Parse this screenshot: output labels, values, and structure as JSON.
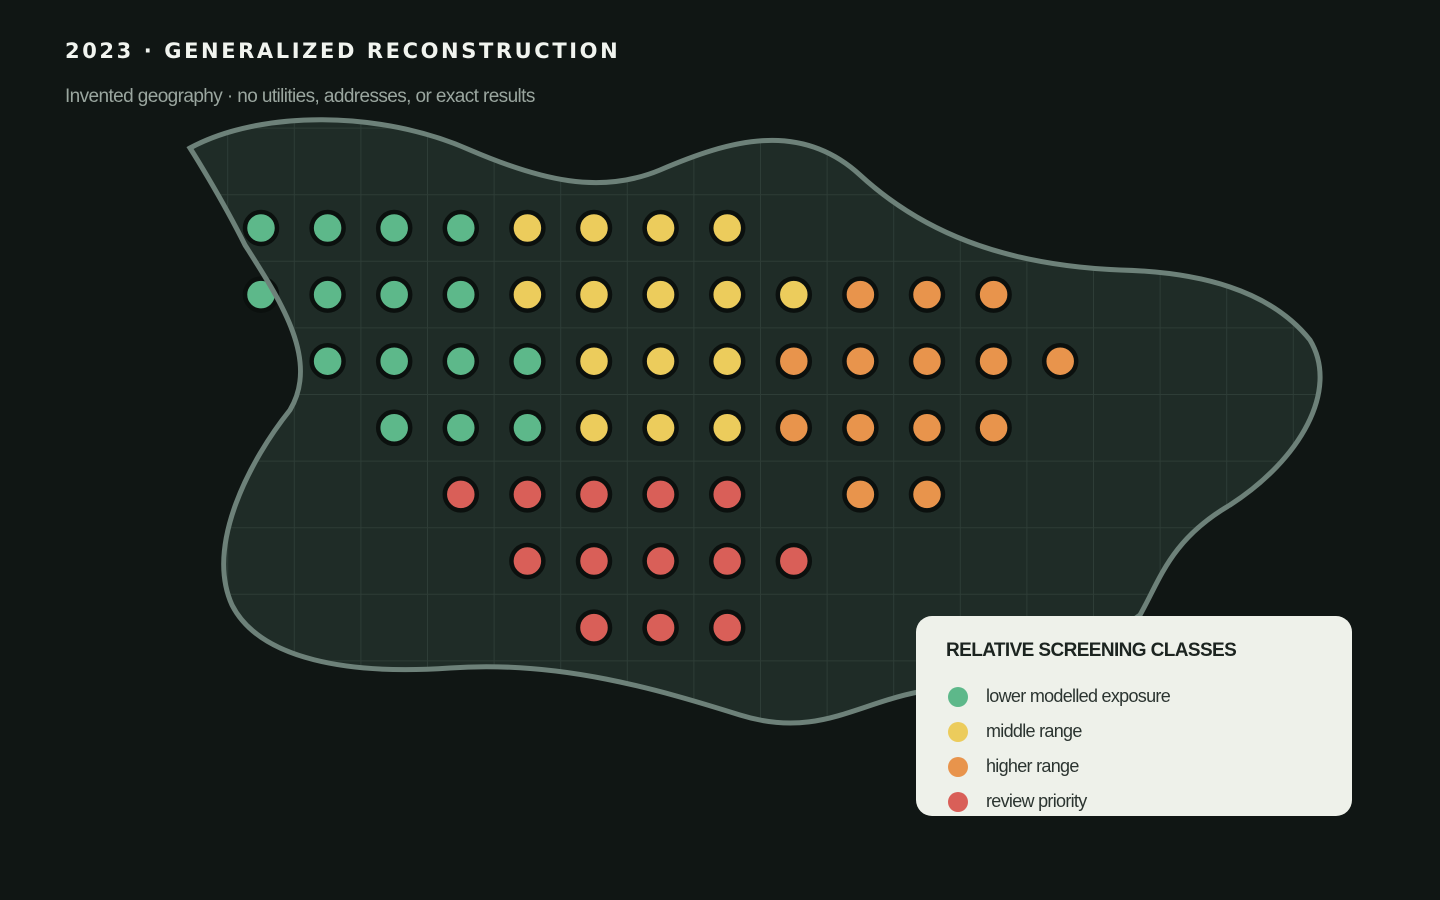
{
  "header": {
    "title": "2023 · GENERALIZED RECONSTRUCTION",
    "subtitle": "Invented geography · no utilities, addresses, or exact results"
  },
  "legend": {
    "title": "RELATIVE SCREENING CLASSES",
    "items": [
      {
        "key": "low",
        "label": "lower modelled exposure",
        "color": "#5db88a"
      },
      {
        "key": "mid",
        "label": "middle range",
        "color": "#eccc5c"
      },
      {
        "key": "high",
        "label": "higher range",
        "color": "#e8944c"
      },
      {
        "key": "review",
        "label": "review priority",
        "color": "#d95f58"
      }
    ]
  },
  "colors": {
    "background": "#101614",
    "region_fill": "#1f2c27",
    "region_outline": "#6d8179",
    "grid": "#2e3d37",
    "marker_ring": "#0b100e"
  },
  "chart_data": {
    "type": "heatmap",
    "classes": [
      "low",
      "mid",
      "high",
      "review"
    ],
    "grid": [
      [
        "low",
        "low",
        "low",
        "low",
        "mid",
        "mid",
        "mid",
        "mid",
        null,
        null,
        null,
        null,
        null
      ],
      [
        "low",
        "low",
        "low",
        "low",
        "mid",
        "mid",
        "mid",
        "mid",
        "mid",
        "high",
        "high",
        "high",
        null
      ],
      [
        null,
        "low",
        "low",
        "low",
        "low",
        "mid",
        "mid",
        "mid",
        "high",
        "high",
        "high",
        "high",
        "high"
      ],
      [
        null,
        null,
        "low",
        "low",
        "low",
        "mid",
        "mid",
        "mid",
        "high",
        "high",
        "high",
        "high",
        null
      ],
      [
        null,
        null,
        null,
        "review",
        "review",
        "review",
        "review",
        "review",
        null,
        "high",
        "high",
        null,
        null
      ],
      [
        null,
        null,
        null,
        null,
        "review",
        "review",
        "review",
        "review",
        "review",
        null,
        null,
        null,
        null
      ],
      [
        null,
        null,
        null,
        null,
        null,
        "review",
        "review",
        "review",
        null,
        null,
        null,
        null,
        null
      ]
    ]
  }
}
